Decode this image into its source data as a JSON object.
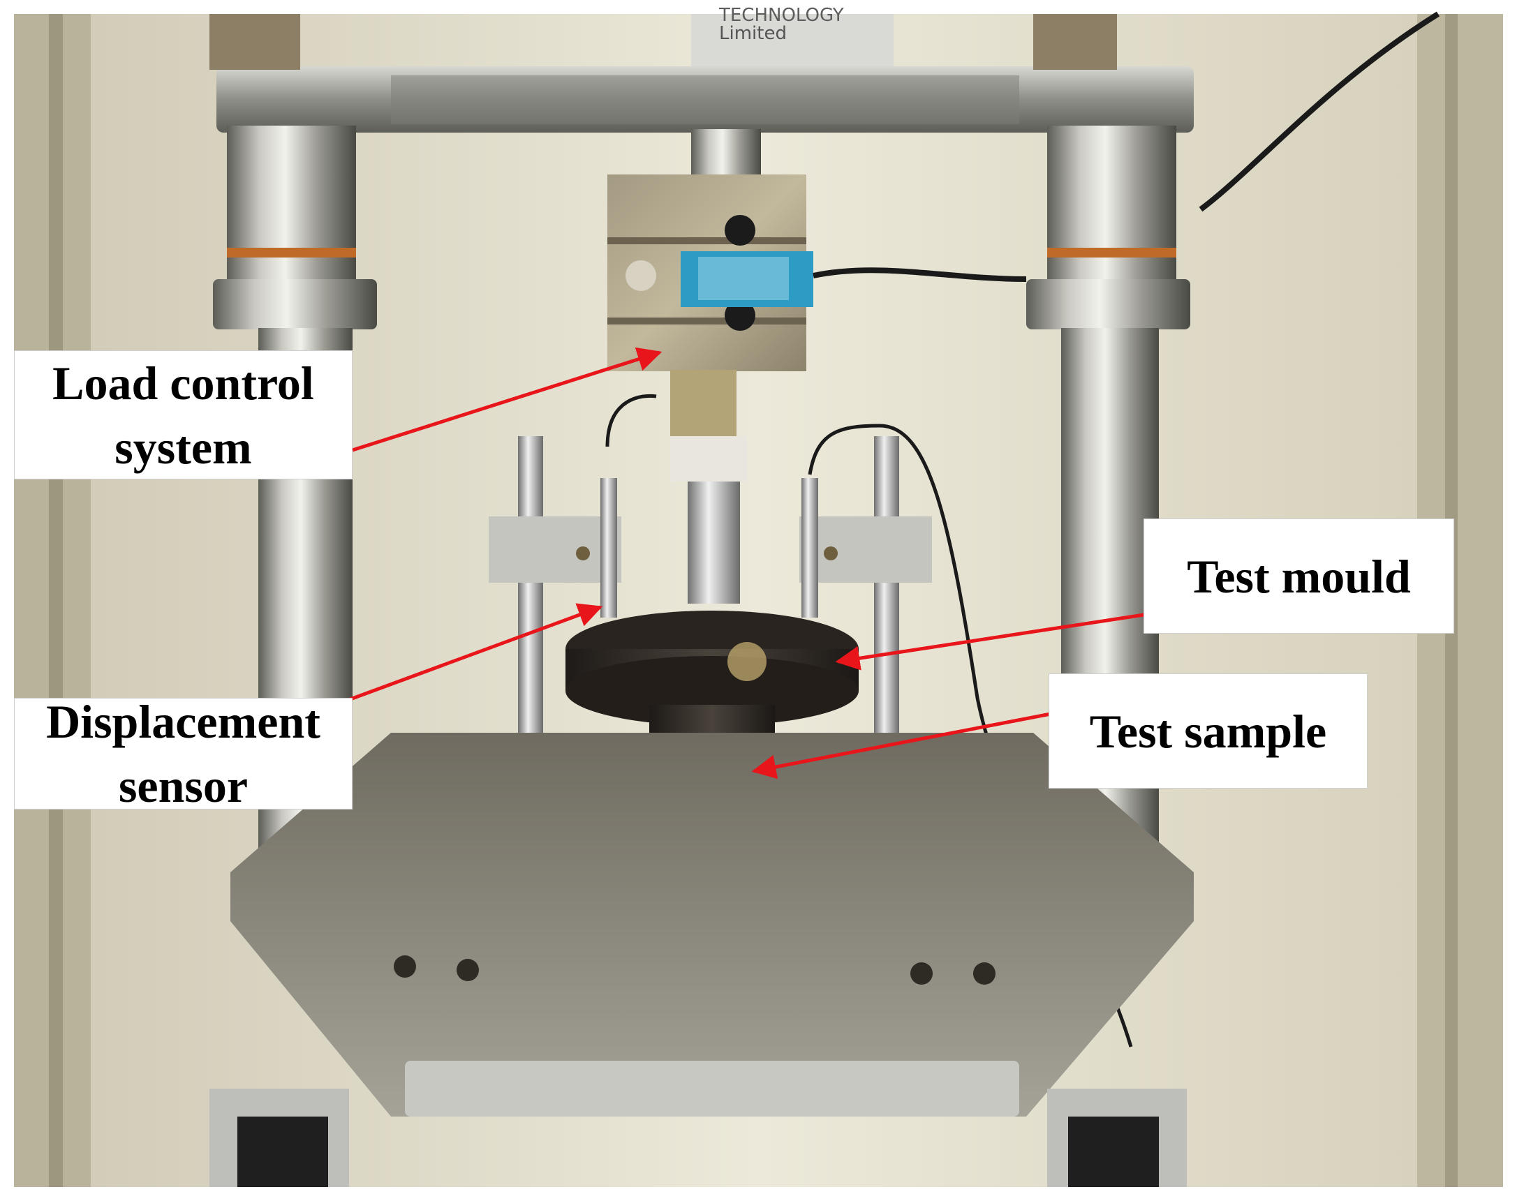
{
  "photo": {
    "machine_plate_text": [
      "TECHNOLOGY",
      "Limited"
    ]
  },
  "callouts": {
    "load_control": "Load control\nsystem",
    "displacement": "Displacement\nsensor",
    "test_mould": "Test mould",
    "test_sample": "Test sample"
  },
  "colors": {
    "arrow": "#e8161b",
    "label_text": "#000000",
    "label_background": "#ffffff",
    "wall": "#e9e6d6",
    "steel": "#9c9c96",
    "mould": "#2f2924"
  }
}
